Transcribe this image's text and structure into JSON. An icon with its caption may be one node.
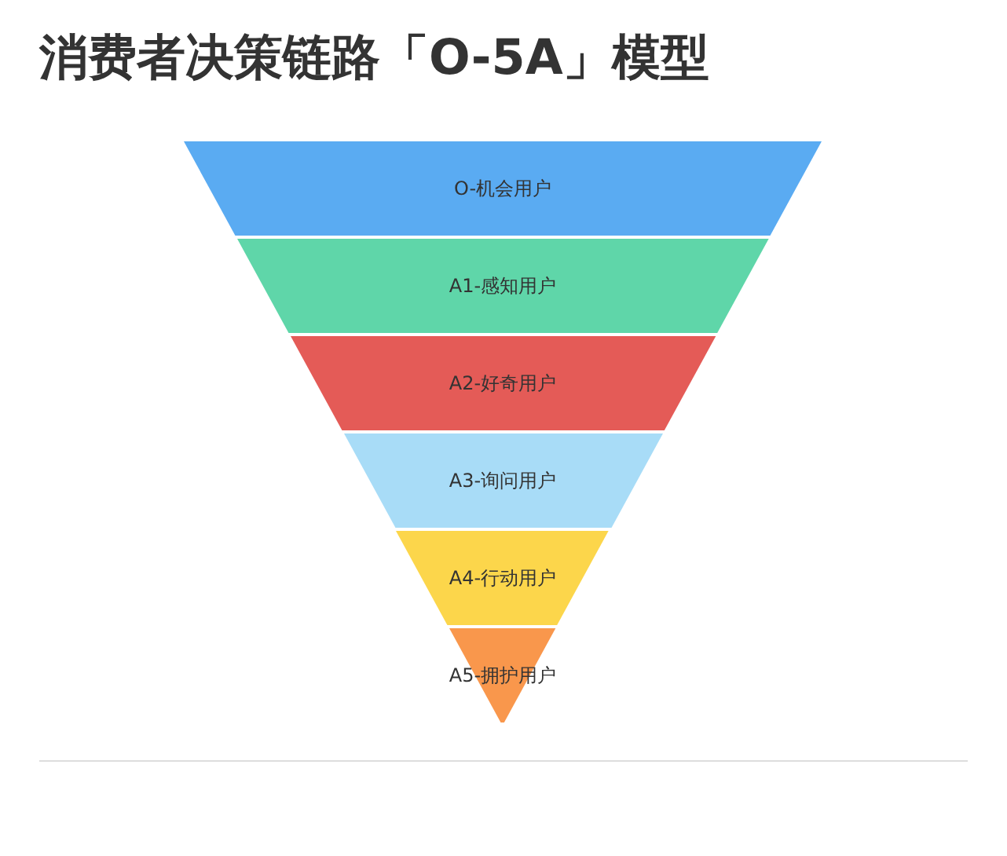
{
  "diagram": {
    "title": "消费者决策链路「O-5A」模型",
    "nodes": [
      {
        "text": [
          "O-机会用户"
        ]
      },
      {
        "text": [
          "A1-感知用户"
        ]
      },
      {
        "text": [
          "A2-好奇用户"
        ]
      },
      {
        "text": [
          "A3-询问用户"
        ]
      },
      {
        "text": [
          "A4-行动用户"
        ]
      },
      {
        "text": [
          "A5-拥护用户"
        ]
      }
    ]
  }
}
